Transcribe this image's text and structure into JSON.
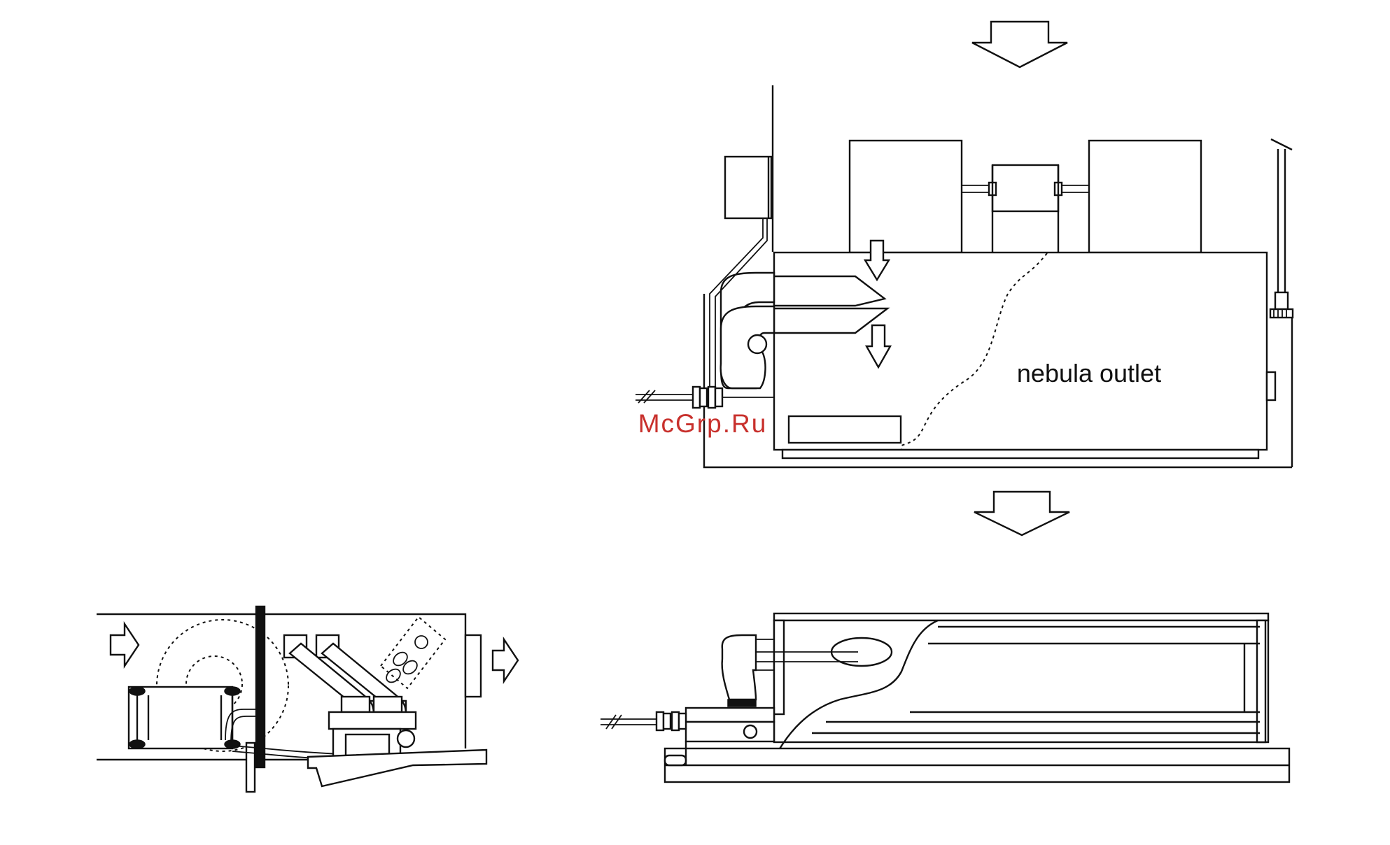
{
  "labels": {
    "outlet": "nebula outlet",
    "watermark": "McGrp.Ru"
  },
  "colors": {
    "line": "#111111",
    "watermark": "#c8302c",
    "background": "#ffffff"
  },
  "icons": {
    "airflow": "hollow-arrow"
  }
}
